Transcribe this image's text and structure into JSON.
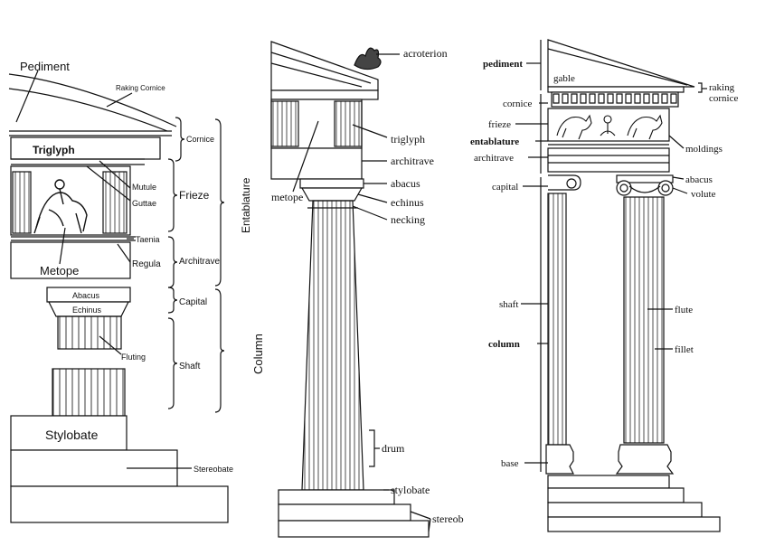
{
  "left_diagram": {
    "labels": {
      "pediment": "Pediment",
      "raking_cornice": "Raking Cornice",
      "triglyph": "Triglyph",
      "cornice": "Cornice",
      "mutule": "Mutule",
      "guttae": "Guttae",
      "frieze": "Frieze",
      "taenia": "Taenia",
      "regula": "Regula",
      "architrave": "Architrave",
      "metope": "Metope",
      "abacus": "Abacus",
      "echinus": "Echinus",
      "capital": "Capital",
      "fluting": "Fluting",
      "shaft": "Shaft",
      "entablature": "Entablature",
      "column": "Column",
      "stylobate": "Stylobate",
      "stereobate": "Stereobate"
    }
  },
  "middle_diagram": {
    "labels": {
      "acroterion": "acroterion",
      "triglyph": "triglyph",
      "metope": "metope",
      "architrave": "architrave",
      "abacus": "abacus",
      "echinus": "echinus",
      "necking": "necking",
      "drum": "drum",
      "stylobate": "stylobate",
      "stereobate": "stereob"
    }
  },
  "right_diagram": {
    "labels": {
      "pediment": "pediment",
      "gable": "gable",
      "raking_cornice_1": "raking",
      "raking_cornice_2": "cornice",
      "cornice": "cornice",
      "frieze": "frieze",
      "entablature": "entablature",
      "architrave": "architrave",
      "moldings": "moldings",
      "capital": "capital",
      "abacus": "abacus",
      "volute": "volute",
      "shaft": "shaft",
      "column": "column",
      "flute": "flute",
      "fillet": "fillet",
      "base": "base"
    }
  }
}
